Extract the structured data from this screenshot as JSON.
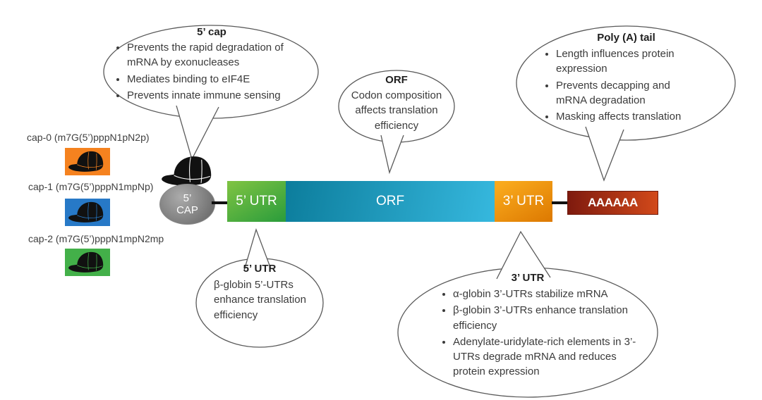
{
  "callouts": {
    "cap5": {
      "title": "5’ cap",
      "bullets": [
        "Prevents the rapid degradation of mRNA by exonucleases",
        "Mediates binding to eIF4E",
        "Prevents innate immune sensing"
      ]
    },
    "orf": {
      "title": "ORF",
      "body": "Codon composition affects translation efficiency"
    },
    "polya": {
      "title": "Poly (A) tail",
      "bullets": [
        "Length influences protein expression",
        "Prevents decapping and mRNA degradation",
        "Masking affects translation"
      ]
    },
    "utr5": {
      "title": "5’ UTR",
      "body": "β-globin 5’-UTRs enhance translation efficiency"
    },
    "utr3": {
      "title": "3’ UTR",
      "bullets": [
        "α-globin 3’-UTRs stabilize mRNA",
        "β-globin 3’-UTRs enhance translation efficiency",
        "Adenylate-uridylate-rich elements in 3’-UTRs degrade mRNA and reduces protein expression"
      ]
    }
  },
  "legend": {
    "items": [
      {
        "id": "cap-0",
        "label": "cap-0 (m7G(5’)pppN1pN2p)",
        "color": "#F5821F"
      },
      {
        "id": "cap-1",
        "label": "cap-1 (m7G(5’)pppN1mpNp)",
        "color": "#2779C7"
      },
      {
        "id": "cap-2",
        "label": "cap-2 (m7G(5’)pppN1mpN2mp",
        "color": "#43B049"
      }
    ]
  },
  "mrna": {
    "cap_badge": {
      "line1": "5’",
      "line2": "CAP"
    },
    "segments": [
      {
        "id": "utr5",
        "label": "5’ UTR",
        "gradient": [
          "#7CC242",
          "#2E9E3C"
        ]
      },
      {
        "id": "orf",
        "label": "ORF",
        "gradient": [
          "#0C7D9C",
          "#36B8DE"
        ]
      },
      {
        "id": "utr3",
        "label": "3’ UTR",
        "gradient": [
          "#F9A91C",
          "#DE7B02"
        ]
      }
    ],
    "poly_a_label": "AAAAAA",
    "poly_a_gradient": [
      "#7E1A0E",
      "#D2491A"
    ],
    "cap_ellipse_colors": [
      "#ABABAB",
      "#5F5F5F"
    ],
    "cap_icon_color": "#111111"
  },
  "style": {
    "bubble_stroke": "#595959",
    "text_color": "#3b3b3b",
    "background": "#ffffff"
  }
}
